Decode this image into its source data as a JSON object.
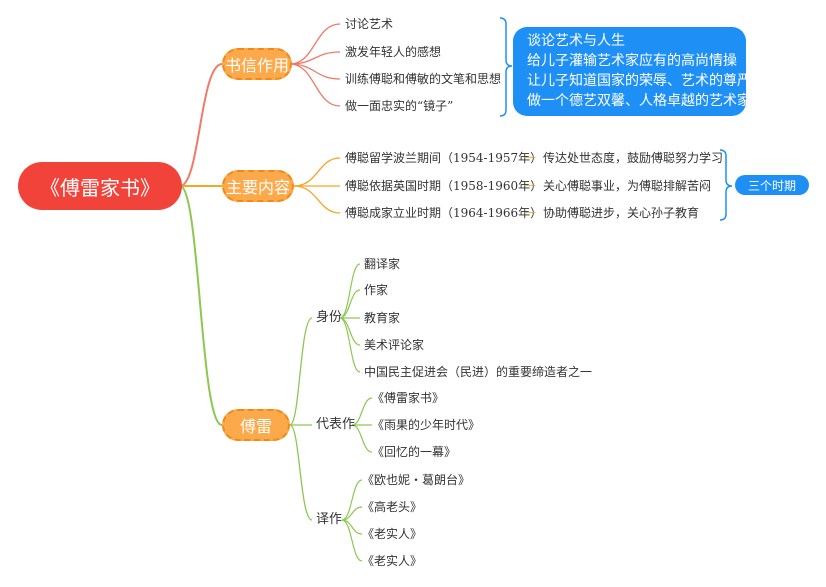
{
  "root": "《傅雷家书》",
  "branches": {
    "letters": {
      "label": "书信作用",
      "items": [
        "讨论艺术",
        "激发年轻人的感想",
        "训练傅聪和傅敏的文笔和思想",
        "做一面忠实的“镜子”"
      ],
      "summary": [
        "谈论艺术与人生",
        "给儿子灌输艺术家应有的高尚情操",
        "让儿子知道国家的荣辱、艺术的尊严",
        "做一个德艺双馨、人格卓越的艺术家"
      ]
    },
    "content": {
      "label": "主要内容",
      "items": [
        {
          "period": "傅聪留学波兰期间（1954-1957年）",
          "desc": "传达处世态度，鼓励傅聪努力学习"
        },
        {
          "period": "傅聪依据英国时期（1958-1960年）",
          "desc": "关心傅聪事业，为傅聪排解苦闷"
        },
        {
          "period": "傅聪成家立业时期（1964-1966年）",
          "desc": "协助傅聪进步，关心孙子教育"
        }
      ],
      "summary": "三个时期"
    },
    "fulei": {
      "label": "傅雷",
      "identity": {
        "label": "身份",
        "items": [
          "翻译家",
          "作家",
          "教育家",
          "美术评论家",
          "中国民主促进会（民进）的重要缔造者之一"
        ]
      },
      "works": {
        "label": "代表作",
        "items": [
          "《傅雷家书》",
          "《雨果的少年时代》",
          "《回忆的一幕》"
        ]
      },
      "translations": {
        "label": "译作",
        "items": [
          "《欧也妮・葛朗台》",
          "《高老头》",
          "《老实人》",
          "《老实人》"
        ]
      }
    }
  },
  "colors": {
    "root": "#f2433a",
    "branch": "#fba94a",
    "branch_border": "#f08a16",
    "line_letters": "#f07a68",
    "line_content": "#f5a623",
    "line_fulei": "#8cc850",
    "blue": "#1e90f5"
  }
}
